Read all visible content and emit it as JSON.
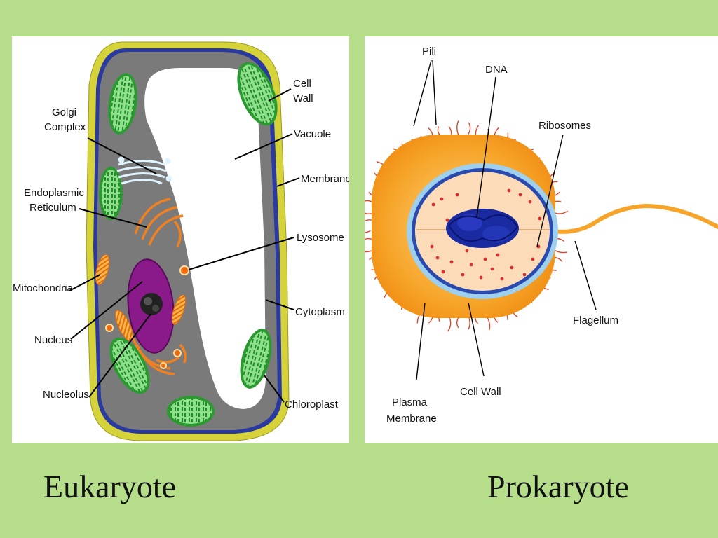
{
  "eukaryote": {
    "caption": "Eukaryote",
    "labels": {
      "golgi_1": "Golgi",
      "golgi_2": "Complex",
      "er_1": "Endoplasmic",
      "er_2": "Reticulum",
      "mitochondria": "Mitochondria",
      "nucleus": "Nucleus",
      "nucleolus": "Nucleolus",
      "cellwall_1": "Cell",
      "cellwall_2": "Wall",
      "vacuole": "Vacuole",
      "membrane": "Membrane",
      "lysosome": "Lysosome",
      "cytoplasm": "Cytoplasm",
      "chloroplast": "Chloroplast"
    }
  },
  "prokaryote": {
    "caption": "Prokaryote",
    "labels": {
      "pili": "Pili",
      "dna": "DNA",
      "ribosomes": "Ribosomes",
      "flagellum": "Flagellum",
      "plasma_1": "Plasma",
      "plasma_2": "Membrane",
      "cellwall": "Cell Wall"
    }
  },
  "colors": {
    "background": "#b5dd8a",
    "cell_wall": "#d6d23a",
    "membrane": "#2a3aa0",
    "cytoplasm": "#7a7a7a",
    "chloroplast": "#8fe08a",
    "nucleus": "#8a1a8a",
    "er_orange": "#f08020",
    "prokaryote_body": "#f6a52a",
    "dna": "#1a2aa0"
  }
}
